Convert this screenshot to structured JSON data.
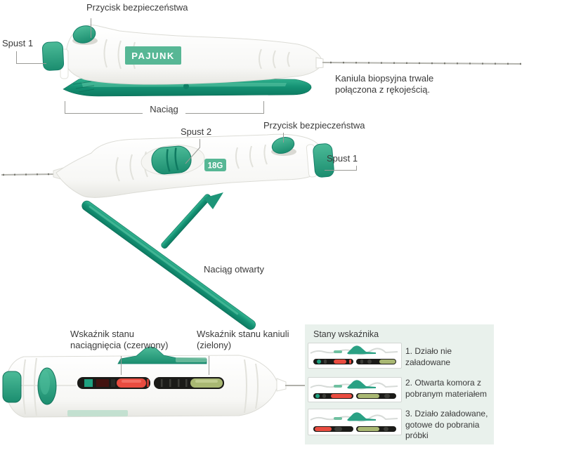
{
  "colors": {
    "accent_green": "#2ba184",
    "logo_green": "#57b795",
    "indicator_red": "#e94c40",
    "indicator_olive": "#a9b873",
    "panel_bg": "#e9f1ec",
    "label_text": "#3a3a3a",
    "strip_dark": "#1b1b18",
    "leader_gray": "#9a9a96"
  },
  "device_top": {
    "brand": "PAJUNK",
    "labels": {
      "safety_button": "Przycisk bezpieczeństwa",
      "trigger1": "Spust 1",
      "cocking": "Naciąg",
      "cannula_note": "Kaniula biopsyjna trwale połączona z rękojeścią."
    }
  },
  "device_middle": {
    "gauge": "18G",
    "labels": {
      "trigger2": "Spust 2",
      "safety_button": "Przycisk bezpieczeństwa",
      "trigger1": "Spust 1",
      "cocking_open": "Naciąg otwarty"
    }
  },
  "device_bottom": {
    "labels": {
      "tension_indicator": "Wskaźnik stanu naciągnięcia (czerwony)",
      "cannula_indicator": "Wskaźnik stanu kaniuli (zielony)"
    }
  },
  "panel": {
    "title": "Stany wskaźnika",
    "states": [
      {
        "label": "1. Działo nie załadowane"
      },
      {
        "label": "2. Otwarta komora z pobranym materiałem"
      },
      {
        "label": "3. Działo załadowane, gotowe do pobrania próbki"
      }
    ]
  }
}
